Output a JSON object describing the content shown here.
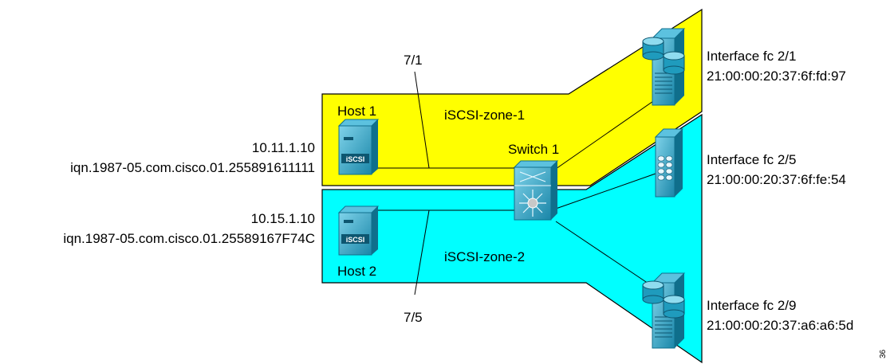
{
  "zones": {
    "zone1": {
      "label": "iSCSI-zone-1",
      "color": "#ffff00"
    },
    "zone2": {
      "label": "iSCSI-zone-2",
      "color": "#00ffff"
    }
  },
  "switch": {
    "label": "Switch 1"
  },
  "links": {
    "host1_port": "7/1",
    "host2_port": "7/5"
  },
  "hosts": [
    {
      "name": "Host 1",
      "ip": "10.11.1.10",
      "iqn": "iqn.1987-05.com.cisco.01.255891611111",
      "badge": "iSCSI"
    },
    {
      "name": "Host 2",
      "ip": "10.15.1.10",
      "iqn": "iqn.1987-05.com.cisco.01.25589167F74C",
      "badge": "iSCSI"
    }
  ],
  "targets": [
    {
      "interface": "Interface fc 2/1",
      "wwn": "21:00:00:20:37:6f:fd:97"
    },
    {
      "interface": "Interface fc 2/5",
      "wwn": "21:00:00:20:37:6f:fe:54"
    },
    {
      "interface": "Interface fc 2/9",
      "wwn": "21:00:00:20:37:a6:a6:5d"
    }
  ],
  "figure_id": "36",
  "colors": {
    "device": "#1f9bbd",
    "device_dark": "#0f6f8c",
    "line": "#000000"
  }
}
